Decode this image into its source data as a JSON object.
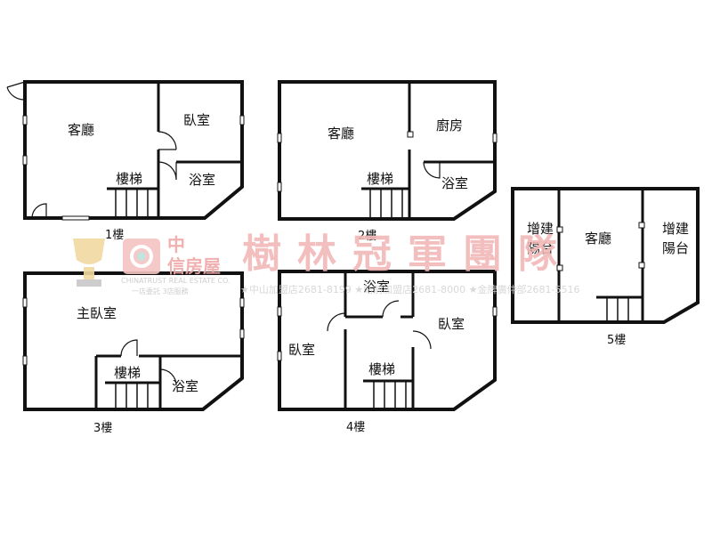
{
  "floors": [
    {
      "label": "1樓",
      "rooms": {
        "living": "客廳",
        "bedroom": "臥室",
        "stairs": "樓梯",
        "bathroom": "浴室"
      }
    },
    {
      "label": "2樓",
      "rooms": {
        "living": "客廳",
        "kitchen": "廚房",
        "stairs": "樓梯",
        "bathroom": "浴室"
      }
    },
    {
      "label": "3樓",
      "rooms": {
        "master": "主臥室",
        "stairs": "樓梯",
        "bathroom": "浴室"
      }
    },
    {
      "label": "4樓",
      "rooms": {
        "bathroom": "浴室",
        "bedroom_left": "臥室",
        "bedroom_right": "臥室",
        "stairs": "樓梯"
      }
    },
    {
      "label": "5樓",
      "rooms": {
        "balcony_left": "增建陽台",
        "living": "客廳",
        "balcony_right": "增建陽台"
      }
    }
  ],
  "watermark": {
    "brand_top": "中",
    "brand_bottom": "信房屋",
    "brand_en": "CHINATRUST REAL ESTATE CO.",
    "slogan": "一店委託 3店服務",
    "team": "樹林冠軍團隊",
    "stores": "★中山加盟店2681-8199 ★站前加盟店2681-8000 ★金牌廣仲部2681-5516"
  },
  "colors": {
    "wall": "#111111",
    "watermark_red": "#f2b8b8",
    "watermark_gray": "#d4d4d4"
  }
}
